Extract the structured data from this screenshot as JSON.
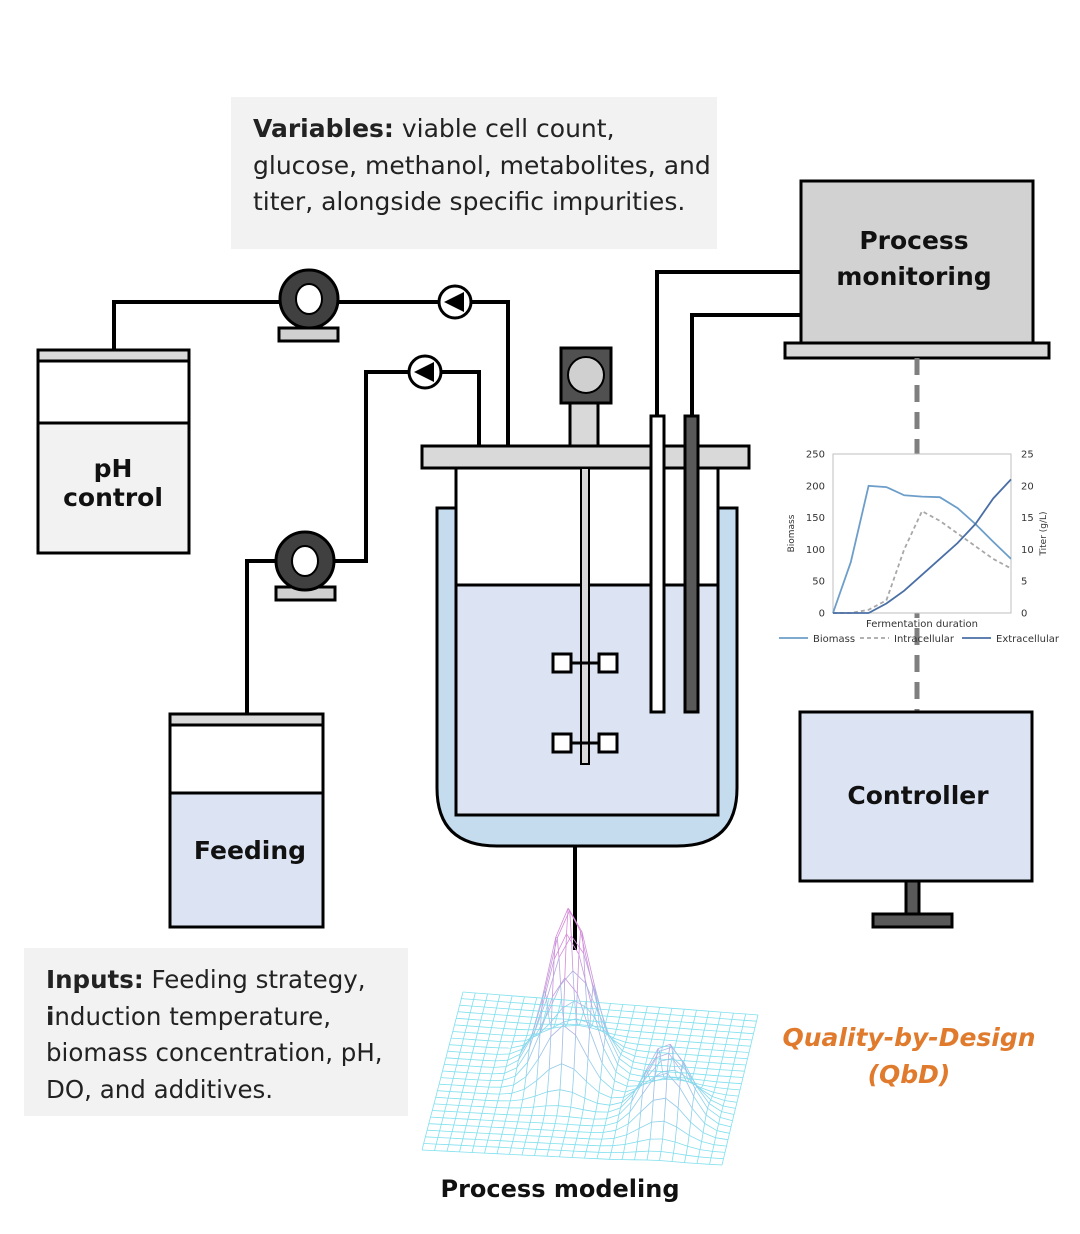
{
  "variables": {
    "heading": "Variables:",
    "text": "viable cell count, glucose, methanol, metabolites, and titer, alongside specific impurities."
  },
  "inputs": {
    "heading": "Inputs:",
    "first_letter": "i",
    "text_line1": "Feeding strategy,",
    "text_rest": "nduction temperature, biomass concentration, pH, DO, and additives."
  },
  "labels": {
    "ph_control": "pH control",
    "feeding": "Feeding",
    "process_monitoring_line1": "Process",
    "process_monitoring_line2": "monitoring",
    "controller": "Controller",
    "process_modeling": "Process modeling",
    "qbd_line1": "Quality-by-Design",
    "qbd_line2": "(QbD)"
  },
  "colors": {
    "qbd": "#e07b2e",
    "vessel_fill": "#dce3f2",
    "vessel_jacket": "#c5dcef",
    "gray_box": "#d2d2d2",
    "series_biomass": "#6d9ec9",
    "series_intracellular": "#a8a8a8",
    "series_extracellular": "#4a6fa5"
  },
  "chart_data": {
    "type": "line",
    "xlabel": "Fermentation duration",
    "ylabel": "Biomass",
    "y2label": "Titer (g/L)",
    "ylim": [
      0,
      250
    ],
    "y2lim": [
      0,
      25
    ],
    "yticks": [
      "0",
      "50",
      "100",
      "150",
      "200",
      "250"
    ],
    "y2ticks": [
      "0",
      "5",
      "10",
      "15",
      "20",
      "25"
    ],
    "x": [
      0,
      0.1,
      0.2,
      0.3,
      0.4,
      0.5,
      0.6,
      0.7,
      0.8,
      0.9,
      1.0
    ],
    "series": [
      {
        "name": "Biomass",
        "axis": "left",
        "style": "solid",
        "values": [
          0,
          80,
          200,
          198,
          185,
          183,
          182,
          165,
          140,
          112,
          85
        ]
      },
      {
        "name": "Intracellular",
        "axis": "right",
        "style": "dashed",
        "values": [
          0,
          0,
          0.5,
          2,
          10,
          16,
          14.5,
          12.5,
          10.5,
          8.5,
          7
        ]
      },
      {
        "name": "Extracellular",
        "axis": "right",
        "style": "solid",
        "values": [
          0,
          0,
          0,
          1.5,
          3.5,
          6,
          8.5,
          11,
          14,
          18,
          21
        ]
      }
    ],
    "grid": false,
    "legend_position": "bottom"
  }
}
